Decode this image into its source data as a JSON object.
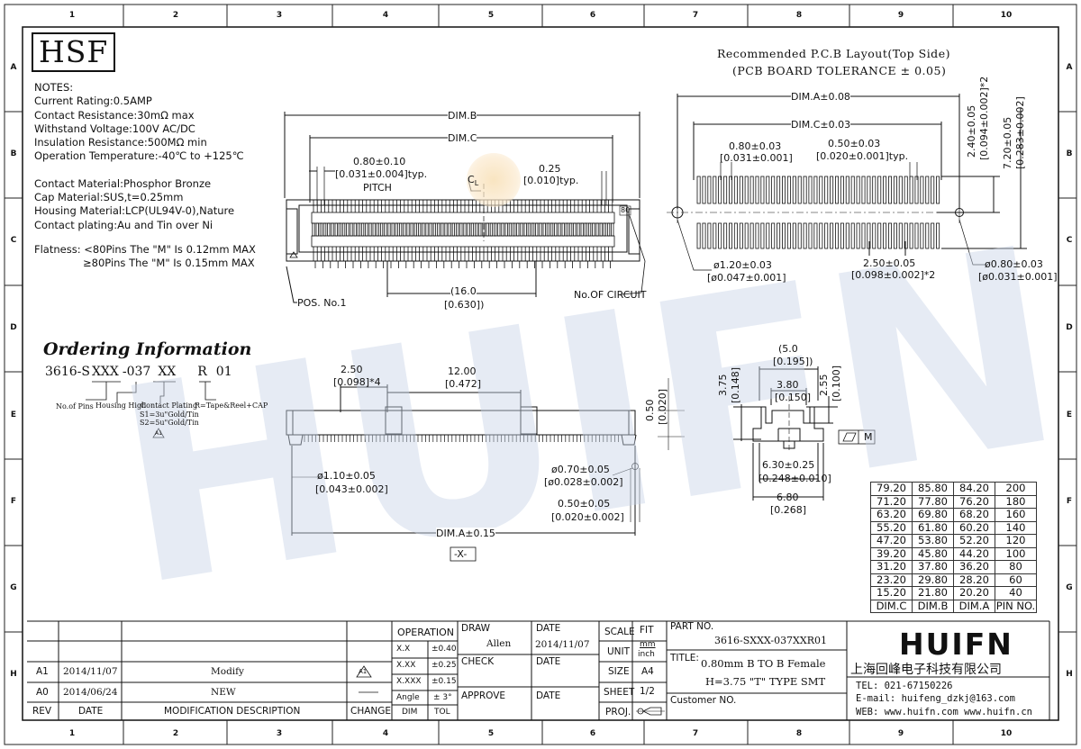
{
  "grid": {
    "cols": [
      "1",
      "2",
      "3",
      "4",
      "5",
      "6",
      "7",
      "8",
      "9",
      "10"
    ],
    "rows": [
      "A",
      "B",
      "C",
      "D",
      "E",
      "F",
      "G",
      "H"
    ]
  },
  "logo": "HSF",
  "watermark": "HUIFN",
  "notes": [
    "NOTES:",
    "Current Rating:0.5AMP",
    "Contact Resistance:30mΩ max",
    "Withstand Voltage:100V AC/DC",
    "Insulation Resistance:500MΩ min",
    "Operation Temperature:-40℃ to +125℃",
    "",
    "Contact Material:Phosphor Bronze",
    "Cap Material:SUS,t=0.25mm",
    "Housing Material:LCP(UL94V-0),Nature",
    "Contact plating:Au and Tin over Ni",
    "",
    "Flatness: <80Pins The \"M\" Is 0.12mm MAX",
    "≥80Pins The \"M\" Is 0.15mm MAX"
  ],
  "pcb": {
    "title": "Recommended P.C.B Layout(Top Side)",
    "subtitle": "(PCB BOARD TOLERANCE ± 0.05)",
    "dims": {
      "dim_a": "DIM.A±0.08",
      "dim_c": "DIM.C±0.03",
      "pitch1": "0.80±0.03",
      "pitch1_in": "[0.031±0.001]",
      "pitch2": "0.50±0.03",
      "pitch2_in": "[0.020±0.001]typ.",
      "v1": "2.40±0.05",
      "v1_in": "[0.094±0.002]*2",
      "v2": "7.20±0.05",
      "v2_in": "[0.283±0.002]",
      "hole1": "ø1.20±0.03",
      "hole1_in": "[ø0.047±0.001]",
      "sp": "2.50±0.05",
      "sp_in": "[0.098±0.002]*2",
      "hole2": "ø0.80±0.03",
      "hole2_in": "[ø0.031±0.001]"
    }
  },
  "top_view": {
    "dim_b": "DIM.B",
    "dim_c": "DIM.C",
    "pitch": "0.80±0.10",
    "pitch_in": "[0.031±0.004]typ.",
    "pitch_lbl": "PITCH",
    "w": "0.25",
    "w_in": "[0.010]typ.",
    "cl": "C",
    "cl_sub": "L",
    "pin_no": "80",
    "span": "(16.0",
    "span_in": "[0.630])",
    "pos": "POS. No.1",
    "circuit": "No.OF CIRCUIT"
  },
  "ordering": {
    "title": "Ordering Information",
    "code": [
      "3616-S",
      "XXX",
      "-037",
      "XX",
      "R",
      "01"
    ],
    "no_pins": "No.of Pins",
    "housing": "Housing High",
    "plating": "Contact Plating",
    "s1": "S1=3u\"Gold/Tin",
    "s2": "S2=5u\"Gold/Tin",
    "tape": "R=Tape&Reel+CAP",
    "rev_mark": "A1"
  },
  "side_view": {
    "d1": "2.50",
    "d1_in": "[0.098]*4",
    "d2": "12.00",
    "d2_in": "[0.472]",
    "h": "0.50",
    "h_in": "[0.020]",
    "hole": "ø1.10±0.05",
    "hole_in": "[0.043±0.002]",
    "pin": "ø0.70±0.05",
    "pin_in": "[ø0.028±0.002]",
    "pw": "0.50±0.05",
    "pw_in": "[0.020±0.002]",
    "dim_a": "DIM.A±0.15",
    "datum": "-X-"
  },
  "end_view": {
    "w1": "(5.0",
    "w1_in": "[0.195])",
    "h1": "3.75",
    "h1_in": "[0.148]",
    "w2": "3.80",
    "w2_in": "[0.150]",
    "h2": "2.55",
    "h2_in": "[0.100]",
    "w3": "6.30±0.25",
    "w3_in": "[0.248±0.010]",
    "w4": "6.80",
    "w4_in": "[0.268]",
    "flat": "M"
  },
  "pin_table": {
    "rows": [
      [
        "79.20",
        "85.80",
        "84.20",
        "200"
      ],
      [
        "71.20",
        "77.80",
        "76.20",
        "180"
      ],
      [
        "63.20",
        "69.80",
        "68.20",
        "160"
      ],
      [
        "55.20",
        "61.80",
        "60.20",
        "140"
      ],
      [
        "47.20",
        "53.80",
        "52.20",
        "120"
      ],
      [
        "39.20",
        "45.80",
        "44.20",
        "100"
      ],
      [
        "31.20",
        "37.80",
        "36.20",
        "80"
      ],
      [
        "23.20",
        "29.80",
        "28.20",
        "60"
      ],
      [
        "15.20",
        "21.80",
        "20.20",
        "40"
      ]
    ],
    "header": [
      "DIM.C",
      "DIM.B",
      "DIM.A",
      "PIN NO."
    ]
  },
  "title_block": {
    "rev_rows": [
      {
        "rev": "A1",
        "date": "2014/11/07",
        "desc": "Modify",
        "change": "A1"
      },
      {
        "rev": "A0",
        "date": "2014/06/24",
        "desc": "NEW",
        "change": ""
      }
    ],
    "rev_hdr": {
      "rev": "REV",
      "date": "DATE",
      "desc": "MODIFICATION DESCRIPTION",
      "change": "CHANGE"
    },
    "operation": "OPERATION",
    "tol": [
      [
        "X.X",
        "±0.40"
      ],
      [
        "X.XX",
        "±0.25"
      ],
      [
        "X.XXX",
        "±0.15"
      ],
      [
        "Angle",
        "± 3°"
      ]
    ],
    "dim": "DIM",
    "tol_lbl": "TOL",
    "draw": "DRAW",
    "drawer": "Allen",
    "date_lbl": "DATE",
    "draw_date": "2014/11/07",
    "check": "CHECK",
    "approve": "APPROVE",
    "scale": "SCALE",
    "scale_v": "FIT",
    "unit": "UNIT",
    "unit_v1": "mm",
    "unit_v2": "inch",
    "size": "SIZE",
    "size_v": "A4",
    "sheet": "SHEET",
    "sheet_v": "1/2",
    "proj": "PROJ.",
    "part_no_lbl": "PART NO.",
    "part_no": "3616-SXXX-037XXR01",
    "title_lbl": "TITLE:",
    "title1": "0.80mm B TO B Female",
    "title2": "H=3.75 \"T\" TYPE SMT",
    "customer": "Customer NO.",
    "company_logo": "HUIFN",
    "company": "上海回峰电子科技有限公司",
    "tel": "TEL: 021-67150226",
    "email": "E-mail: huifeng_dzkj@163.com",
    "web": "WEB: www.huifn.com  www.huifn.cn"
  }
}
